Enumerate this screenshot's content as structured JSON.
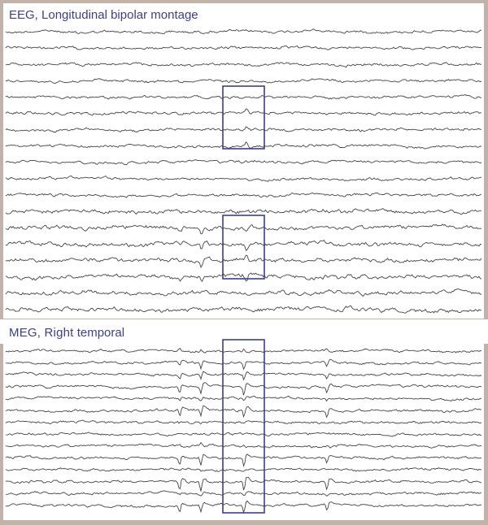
{
  "eeg": {
    "title": "EEG, Longitudinal bipolar montage",
    "trace_count": 18
  },
  "meg": {
    "title_bold": "MEG, Right",
    "title_rest": " temporal",
    "trace_count": 14
  },
  "colors": {
    "frame": "#c2b3a8",
    "trace": "#444444",
    "box": "#3b3f8c",
    "title": "#3b3f8c"
  }
}
